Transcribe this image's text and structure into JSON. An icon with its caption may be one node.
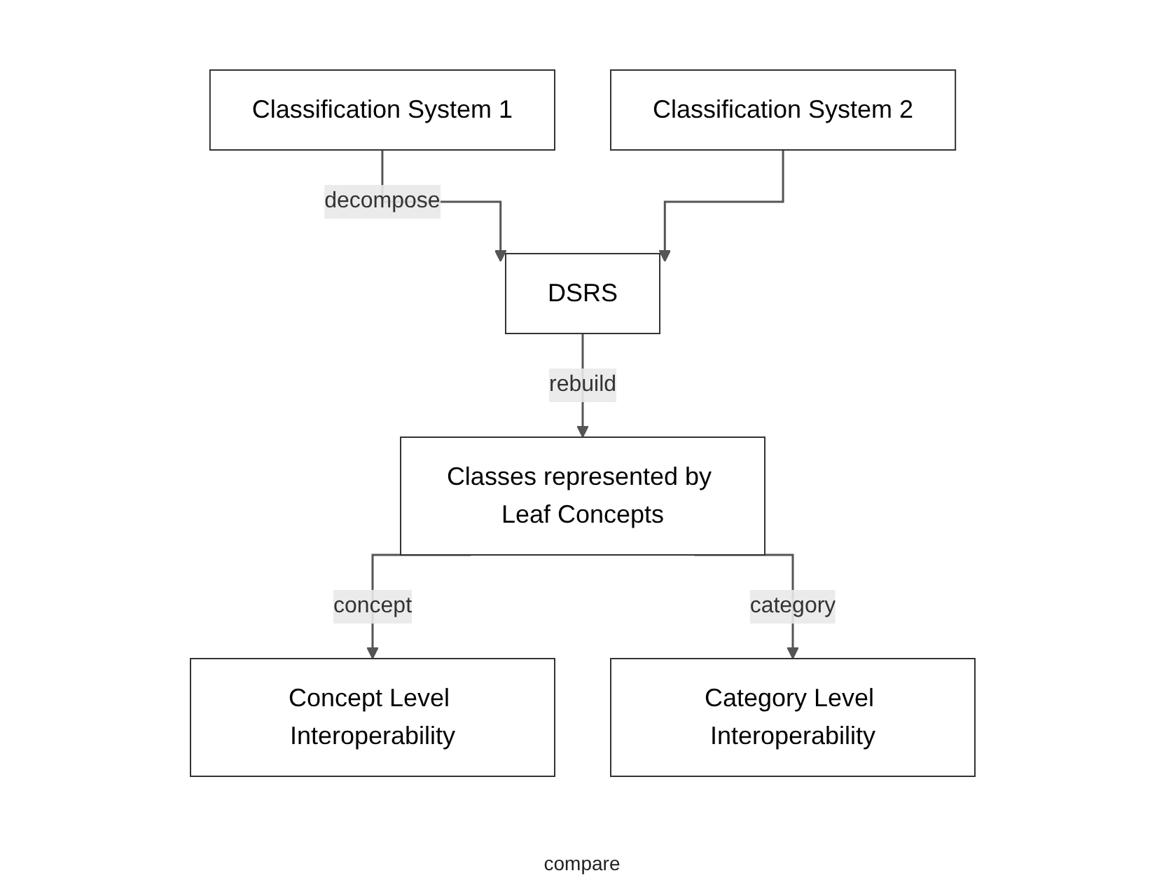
{
  "diagram": {
    "nodes": [
      {
        "text": [
          "Classification System 1"
        ]
      },
      {
        "text": [
          "Classification System 2"
        ]
      },
      {
        "text": [
          "DSRS"
        ]
      },
      {
        "text": [
          "Classes represented by Leaf Concepts"
        ]
      },
      {
        "text": [
          "Concept Level Interoperability"
        ]
      },
      {
        "text": [
          "Category Level Interoperability"
        ]
      }
    ],
    "edges": [
      {
        "from": 0,
        "to": 2,
        "arrow": "to",
        "label": "decompose"
      },
      {
        "from": 1,
        "to": 2,
        "arrow": "to"
      },
      {
        "from": 2,
        "to": 3,
        "arrow": "to",
        "label": "rebuild"
      },
      {
        "from": 3,
        "to": 4,
        "arrow": "to",
        "label": "concept"
      },
      {
        "from": 3,
        "to": 5,
        "arrow": "to",
        "label": "category"
      }
    ],
    "labels": [
      "compare"
    ]
  }
}
